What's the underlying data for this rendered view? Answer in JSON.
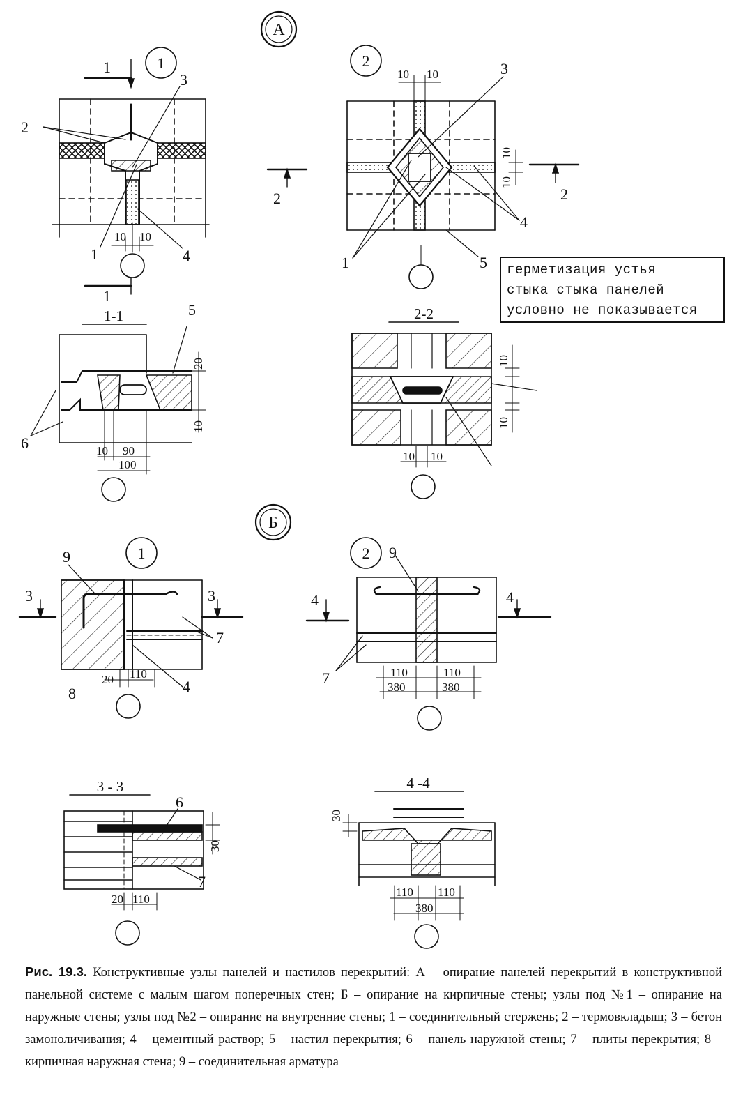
{
  "sections": {
    "A": {
      "badge": "А"
    },
    "B": {
      "badge": "Б"
    }
  },
  "nodes": {
    "a1": {
      "number": "1",
      "cut": "1",
      "section": "1-1"
    },
    "a2": {
      "number": "2",
      "cut": "2",
      "section": "2-2"
    },
    "b1": {
      "number": "1",
      "cut": "3",
      "section": "3 - 3"
    },
    "b2": {
      "number": "2",
      "cut": "4",
      "section": "4 -4"
    }
  },
  "callouts": {
    "c1": "1",
    "c2": "2",
    "c3": "3",
    "c4": "4",
    "c5": "5",
    "c6": "6",
    "c7": "7",
    "c8": "8",
    "c9": "9"
  },
  "dims": {
    "d10": "10",
    "d20": "20",
    "d30": "30",
    "d90": "90",
    "d100": "100",
    "d110": "110",
    "d380": "380"
  },
  "note": {
    "line1": "герметизация устья",
    "line2": "стыка стыка панелей",
    "line3": "условно не показывается"
  },
  "caption": {
    "label": "Рис. 19.3.",
    "text": "Конструктивные узлы панелей и настилов перекрытий: А – опирание панелей перекрытий в конструктивной панельной системе с малым шагом поперечных стен; Б – опирание на кирпичные стены; узлы под №1 – опирание на наружные стены; узлы под №2 – опирание на внутренние стены; 1 – соединительный стержень; 2 – термовкладыш; 3 – бетон замоноличивания; 4 – цементный раствор; 5 – настил перекрытия; 6 – панель наружной стены; 7 – плиты перекрытия; 8 – кирпичная наружная стена; 9 – соединительная арматура"
  }
}
